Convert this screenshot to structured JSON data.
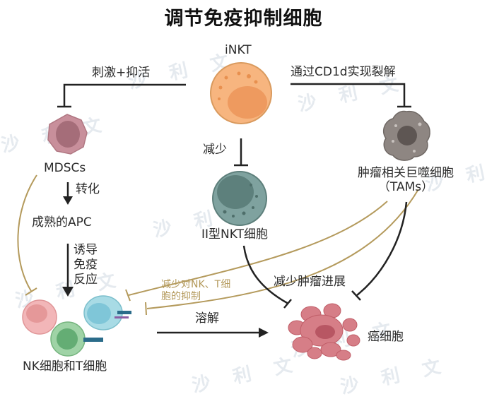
{
  "title": "调节免疫抑制细胞",
  "watermark": "沙 利 文",
  "cells": {
    "inkt": "iNKT",
    "mdscs": "MDSCs",
    "mature_apc": "成熟的APC",
    "type2_nkt": "II型NKT细胞",
    "tams_line1": "肿瘤相关巨噬细胞",
    "tams_line2": "（TAMs）",
    "nk_t": "NK细胞和T细胞",
    "cancer": "癌细胞"
  },
  "arrows": {
    "stimulate_inhibit": "刺激+抑活",
    "cd1d_lysis": "通过CD1d实现裂解",
    "reduce": "减少",
    "transform": "转化",
    "induce_line1": "诱导",
    "induce_line2": "免疫",
    "induce_line3": "反应",
    "reduce_suppression_line1": "减少对NK、T细",
    "reduce_suppression_line2": "胞的抑制",
    "reduce_tumor": "减少肿瘤进展",
    "lysis": "溶解"
  },
  "colors": {
    "inkt": "#f6b27a",
    "mdsc": "#c48b96",
    "nkt2": "#7e9e9a",
    "tam": "#8c8480",
    "cancer": "#d98088",
    "gold_line": "#b49a5c",
    "black_line": "#222222"
  }
}
